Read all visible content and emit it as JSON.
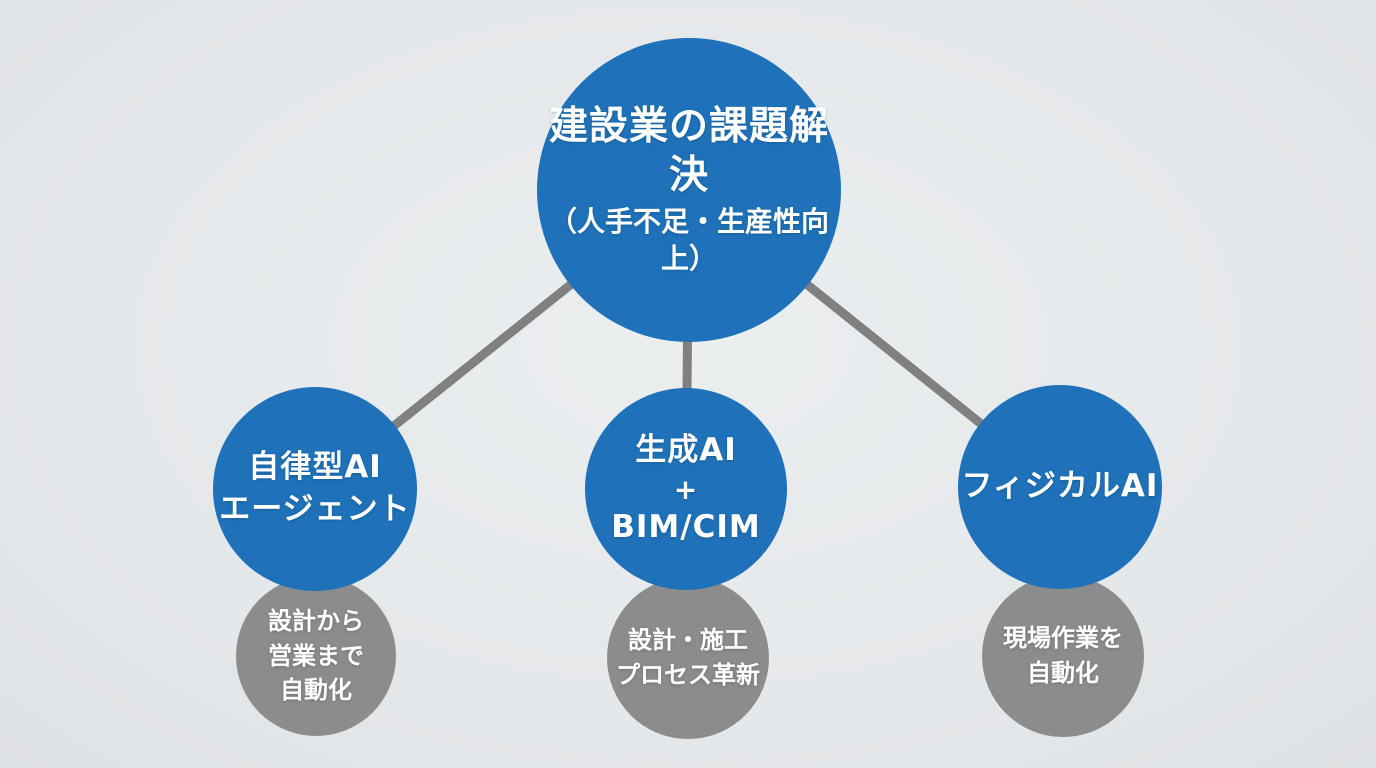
{
  "colors": {
    "background": "#e6e9ea",
    "node_primary": "#1f72b9",
    "node_secondary": "#8c8c8c",
    "connector": "#808080",
    "text": "#ffffff"
  },
  "diagram": {
    "root": {
      "label_main": "建設業の課題解決",
      "label_sub": "（人手不足・生産性向上）"
    },
    "branches": [
      {
        "id": "autonomous-ai-agent",
        "line1": "自律型AI",
        "line2": "エージェント",
        "outcome_line1": "設計から",
        "outcome_line2": "営業まで",
        "outcome_line3": "自動化"
      },
      {
        "id": "generative-ai-bim-cim",
        "line1": "生成AI",
        "line2": "+",
        "line3": "BIM/CIM",
        "outcome_line1": "設計・施工",
        "outcome_line2": "プロセス革新"
      },
      {
        "id": "physical-ai",
        "line1": "フィジカルAI",
        "outcome_line1": "現場作業を",
        "outcome_line2": "自動化"
      }
    ]
  }
}
